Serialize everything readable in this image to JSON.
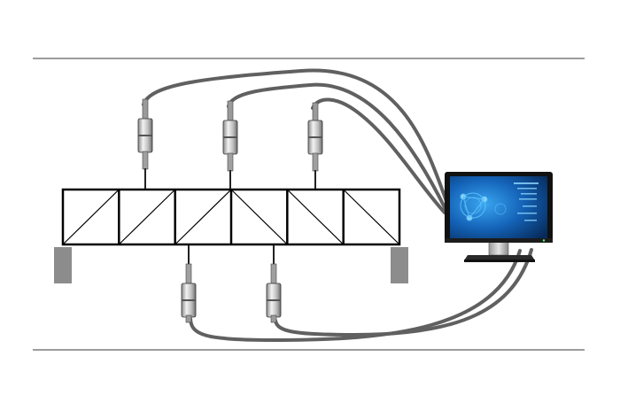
{
  "diagram": {
    "truss_panels": 6,
    "top_sensor_count": 3,
    "bottom_sensor_count": 2,
    "colors": {
      "rule": "#3a3a3a",
      "cable": "#606060",
      "truss": "#000000",
      "support": "#8c8c8c",
      "sensor_body": "#c4c4c4",
      "monitor_bezel": "#111111",
      "monitor_screen": "#0d4f9c",
      "monitor_glow": "#5fc7ff"
    },
    "icons": {
      "sensor": "displacement-sensor-icon",
      "monitor": "computer-monitor-icon"
    }
  }
}
